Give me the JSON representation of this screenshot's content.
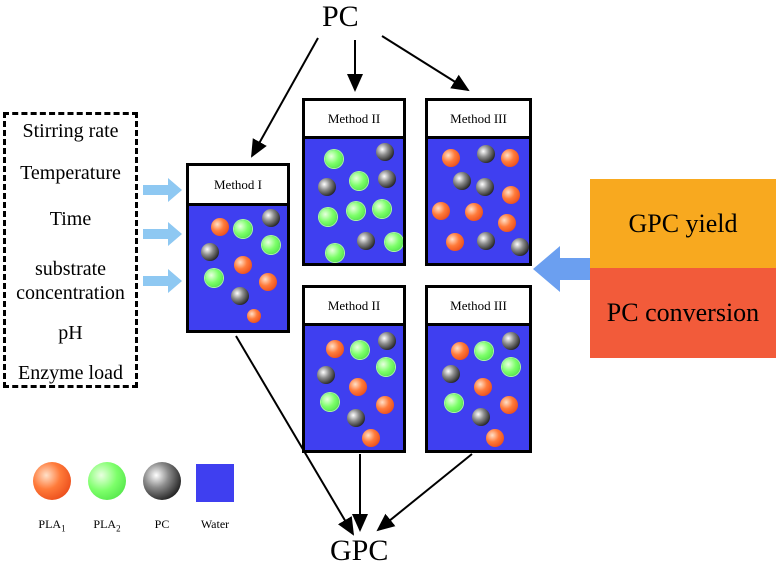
{
  "pc_label": "PC",
  "gpc_label": "GPC",
  "conditions": [
    "Stirring rate",
    "Temperature",
    "Time",
    "substrate concentration",
    "pH",
    "Enzyme load"
  ],
  "condition_lines": {
    "substrate_1": "substrate",
    "substrate_2": "concentration"
  },
  "methods": {
    "method1": "Method I",
    "method2_top": "Method II",
    "method3_top": "Method III",
    "method2_bottom": "Method II",
    "method3_bottom": "Method III"
  },
  "outcomes": {
    "gpc_yield": "GPC yield",
    "pc_conversion": "PC conversion",
    "gpc_yield_color": "#f8a91f",
    "pc_conversion_color": "#f25b3a"
  },
  "legend": {
    "pla1_base": "PLA",
    "pla1_sub": "1",
    "pla2_base": "PLA",
    "pla2_sub": "2",
    "pc": "PC",
    "water": "Water"
  },
  "colors": {
    "water": "#3f3ff0",
    "arrow_light": "#8ec8f2"
  }
}
